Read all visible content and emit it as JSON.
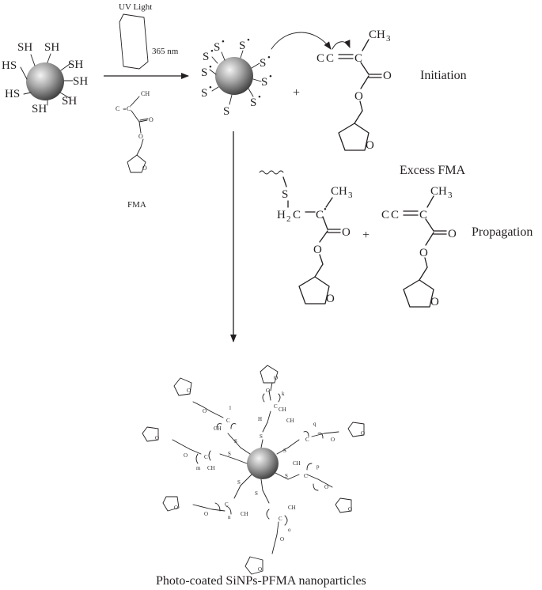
{
  "reagents": {
    "light_label": "UV Light",
    "wavelength_label": "365 nm",
    "monomer_label": "FMA"
  },
  "stages": {
    "initiation": "Initiation",
    "excess_monomer": "Excess FMA",
    "propagation": "Propagation",
    "product": "Photo-coated SiNPs-PFMA nanoparticles"
  },
  "atoms": {
    "thiol": "SH",
    "thiol_flip": "HS",
    "thiyl": "S",
    "radical_dot": "•",
    "methylene": "H",
    "methylene_sub": "2",
    "methylene_end": "C",
    "methyl": "CH",
    "methyl_sub": "3",
    "carbon": "C",
    "oxygen": "O",
    "plus": "+",
    "ring_o": "O",
    "index_k": "k",
    "index_l": "l",
    "index_m": "m",
    "index_n": "n",
    "index_o": "o",
    "index_p": "p",
    "index_q": "q"
  },
  "colors": {
    "ink": "#231f20",
    "sphere_light": "#f4f4f4",
    "sphere_mid": "#9a9a9a",
    "sphere_dark": "#3c3c3c"
  }
}
